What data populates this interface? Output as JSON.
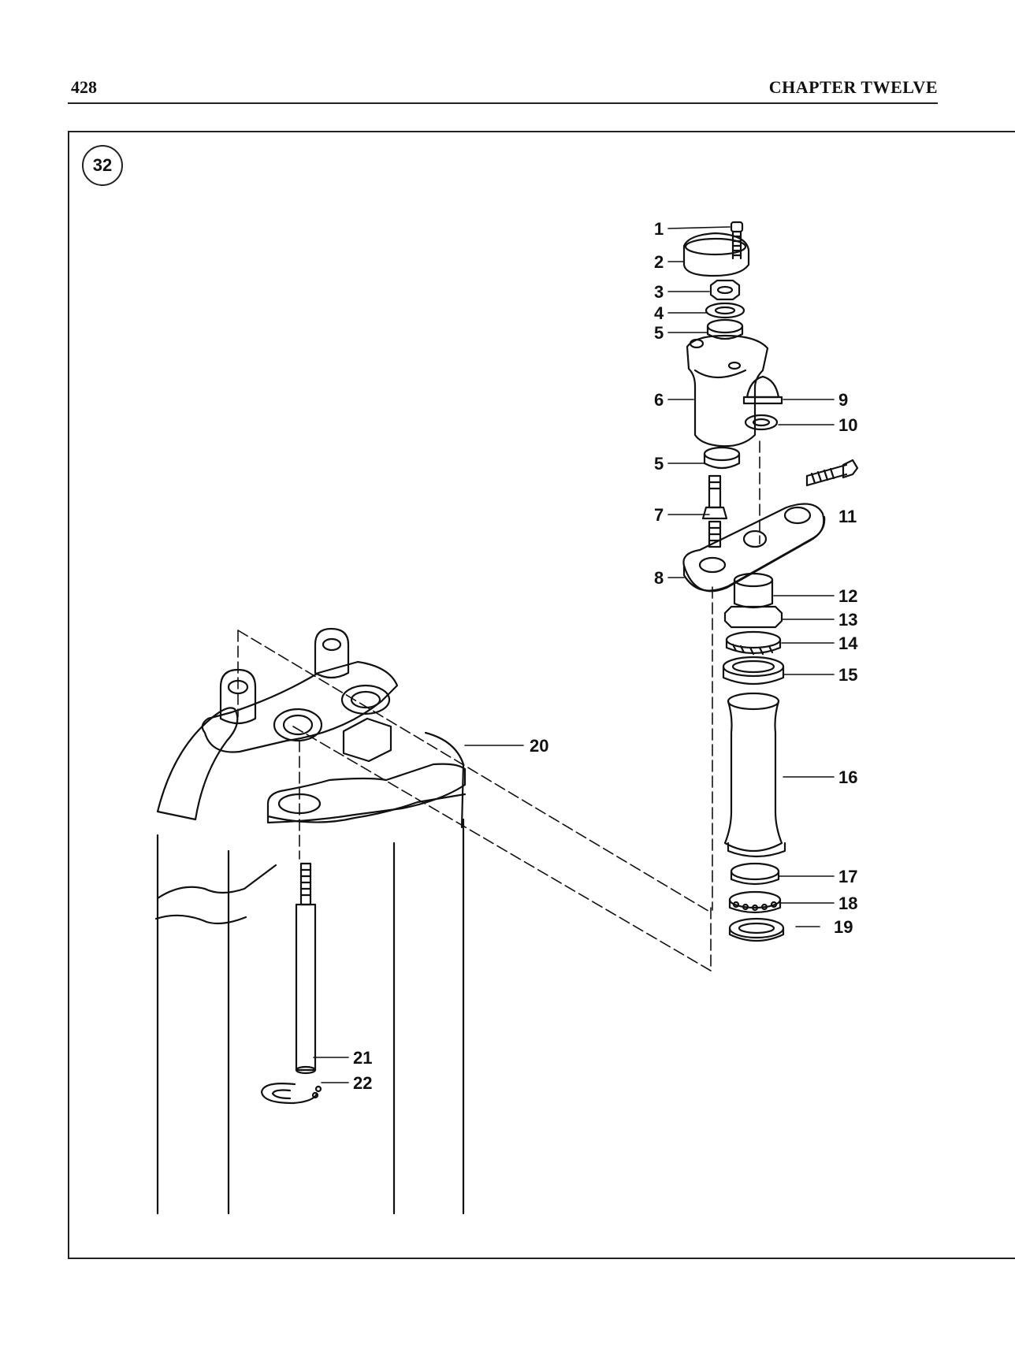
{
  "header": {
    "page_number": "428",
    "chapter_title": "CHAPTER TWELVE"
  },
  "figure": {
    "number": "32"
  },
  "callouts": {
    "c1": "1",
    "c2": "2",
    "c3": "3",
    "c4": "4",
    "c5a": "5",
    "c6": "6",
    "c9": "9",
    "c10": "10",
    "c5b": "5",
    "c11": "11",
    "c7": "7",
    "c8": "8",
    "c12": "12",
    "c13": "13",
    "c14": "14",
    "c15": "15",
    "c16": "16",
    "c17": "17",
    "c18": "18",
    "c19": "19",
    "c20": "20",
    "c21": "21",
    "c22": "22"
  }
}
